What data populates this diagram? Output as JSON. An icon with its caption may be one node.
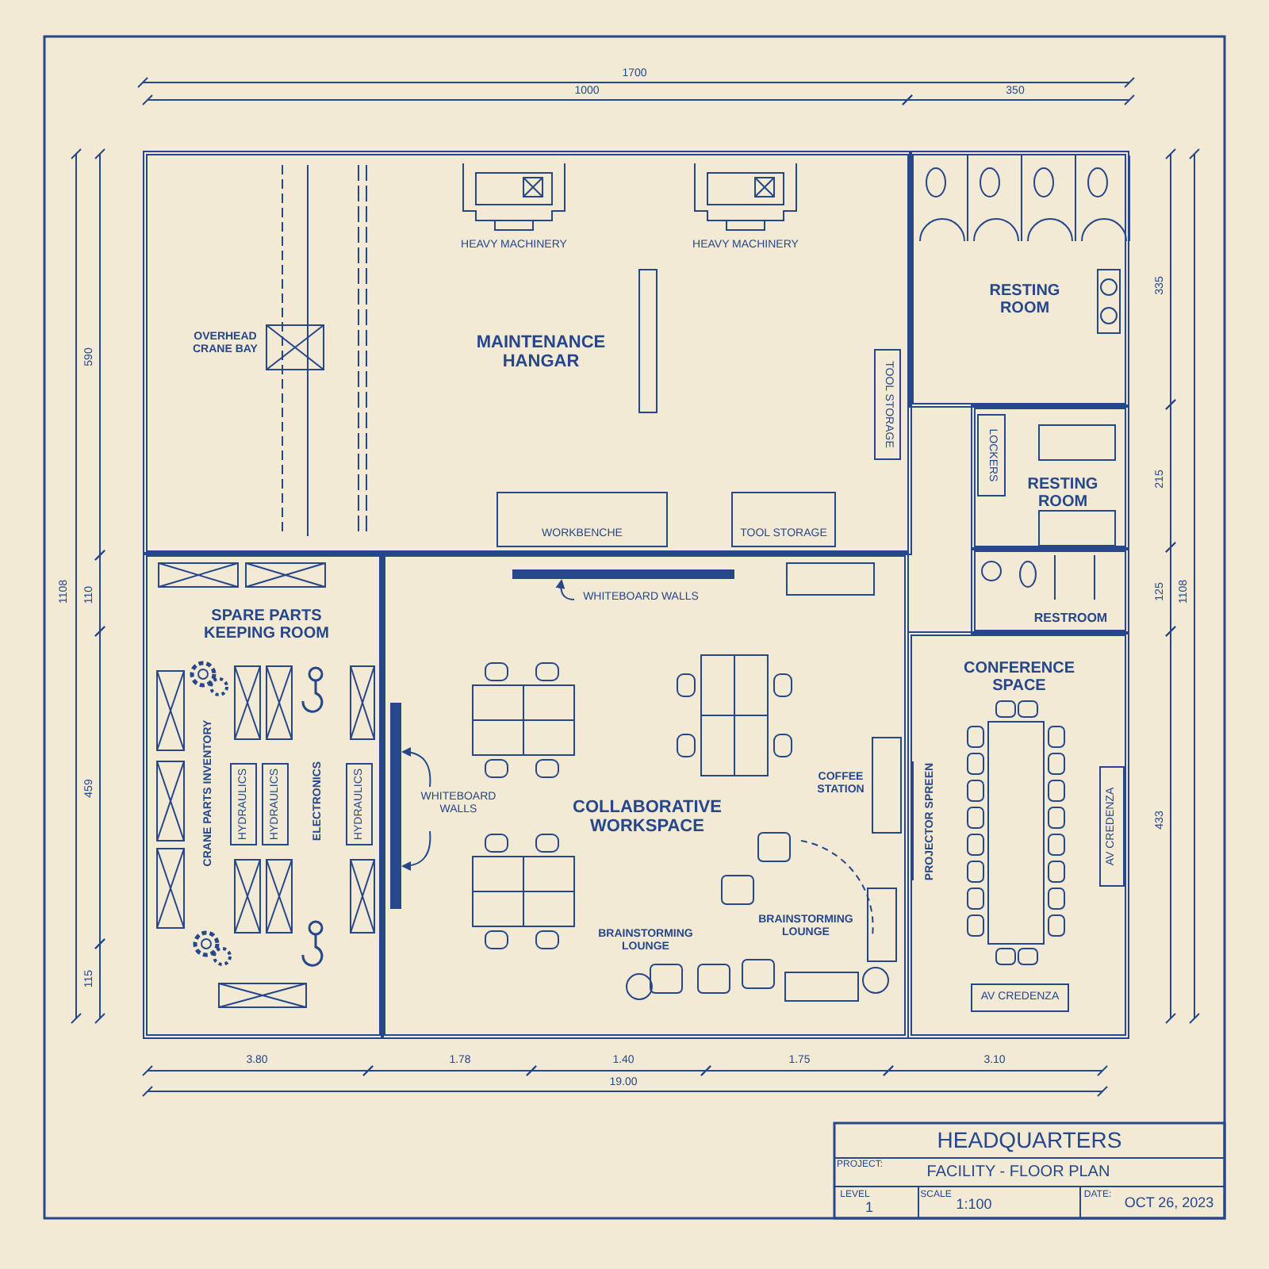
{
  "diagram": {
    "title": "HEADQUARTERS",
    "nodes": [
      {
        "text": [
          "MAINTENANCE HANGAR"
        ]
      },
      {
        "text": [
          "OVERHEAD CRANE BAY"
        ],
        "in": 0
      },
      {
        "text": [
          "HEAVY MACHINERY"
        ],
        "in": 0
      },
      {
        "text": [
          "HEAVY MACHINERY"
        ],
        "in": 0
      },
      {
        "text": [
          "TOOL STORAGE"
        ],
        "in": 0
      },
      {
        "text": [
          "WORKBENCHE"
        ],
        "in": 0
      },
      {
        "text": [
          "TOOL STORAGE"
        ],
        "in": 0
      },
      {
        "text": [
          "RESTING ROOM"
        ]
      },
      {
        "text": [
          "RESTING ROOM"
        ]
      },
      {
        "text": [
          "LOCKERS"
        ],
        "in": 8
      },
      {
        "text": [
          "RESTROOM"
        ]
      },
      {
        "text": [
          "SPARE PARTS KEEPING ROOM"
        ]
      },
      {
        "text": [
          "HYDRAULICS"
        ],
        "in": 11
      },
      {
        "text": [
          "HYDRAULICS"
        ],
        "in": 11
      },
      {
        "text": [
          "HYDRAULICS"
        ],
        "in": 11
      },
      {
        "text": [
          "COLLABORATIVE WORKSPACE"
        ]
      },
      {
        "text": [],
        "shape": "bar",
        "in": 15
      },
      {
        "text": [
          "WHITEBOARD WALLS"
        ],
        "in": 15
      },
      {
        "text": [],
        "shape": "bar",
        "in": 15
      },
      {
        "text": [
          "WHITEBOARD WALLS"
        ],
        "in": 15
      },
      {
        "text": [
          "CONFERENCE SPACE"
        ]
      },
      {
        "text": [
          "AV CREDENZA"
        ],
        "in": 20
      },
      {
        "text": [
          "AV CREDENZA"
        ],
        "in": 20
      }
    ],
    "edges": [
      {
        "from": 17,
        "to": 16,
        "arrow": "to"
      },
      {
        "from": 19,
        "to": 18,
        "arrow": "to"
      },
      {
        "from": 19,
        "to": 18,
        "arrow": "to"
      }
    ],
    "labels": [
      "1700",
      "1000",
      "350",
      "590",
      "1108",
      "110",
      "459",
      "115",
      "335",
      "215",
      "125",
      "1108",
      "433",
      "CRANE PARTS INVENTORY",
      "ELECTRONICS",
      "COFFEE STATION",
      "BRAINSTORMING LOUNGE",
      "BRAINSTORMING LOUNGE",
      "PROJECTOR SPREEN",
      "3.80",
      "1.78",
      "1.40",
      "1.75",
      "3.10",
      "19.00",
      "PROJECT:",
      "FACILITY - FLOOR PLAN",
      "LEVEL",
      "1",
      "SCALE",
      "1:100",
      "DATE:",
      "OCT 26, 2023"
    ]
  }
}
